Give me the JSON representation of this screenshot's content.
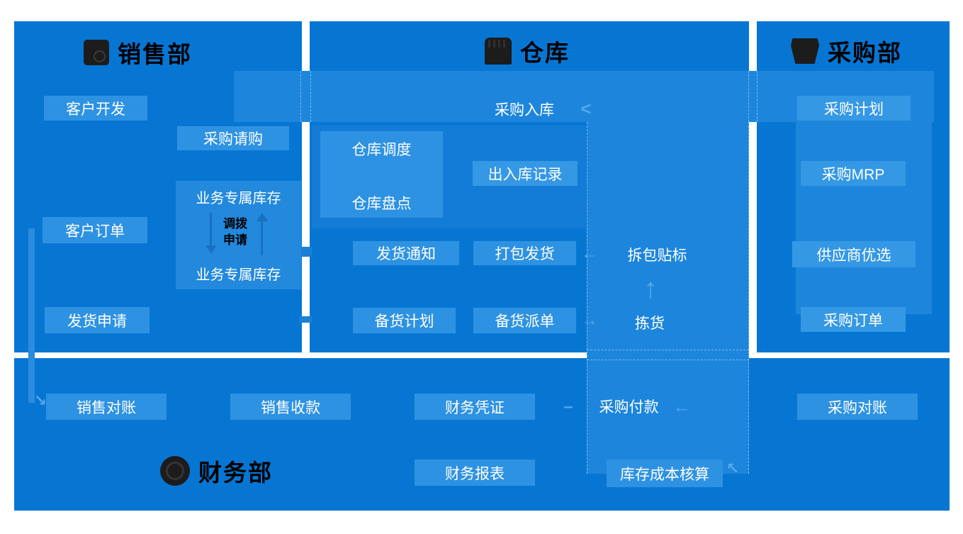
{
  "palette": {
    "page_bg": "#ffffff",
    "panel_bg": "#0776d3",
    "lane_bg": "#1d86dc",
    "subpanel_bg": "#127cd7",
    "container_bg": "#2289dd",
    "chip_bg": "#2e92e2",
    "chip_on_lane_bg": "#3598e4",
    "arrow_color": "#56a6e7",
    "header_text": "#000000",
    "chip_text": "#ffffff"
  },
  "sales": {
    "title": "销售部",
    "customer_dev": "客户开发",
    "purchase_request": "采购请购",
    "customer_order": "客户订单",
    "ship_request": "发货申请",
    "exclusive_inventory_top": "业务专属库存",
    "exclusive_inventory_bottom": "业务专属库存",
    "transfer_line1": "调拨",
    "transfer_line2": "申请"
  },
  "warehouse": {
    "title": "仓库",
    "purchase_inbound": "采购入库",
    "warehouse_dispatch": "仓库调度",
    "warehouse_stocktake": "仓库盘点",
    "inout_records": "出入库记录",
    "ship_notice": "发货通知",
    "pack_ship": "打包发货",
    "stock_plan": "备货计划",
    "stock_dispatch": "备货派单",
    "unpack_label": "拆包贴标",
    "picking": "拣货"
  },
  "purchase": {
    "title": "采购部",
    "plan": "采购计划",
    "mrp": "采购MRP",
    "supplier": "供应商优选",
    "order": "采购订单"
  },
  "finance": {
    "title": "财务部",
    "sales_recon": "销售对账",
    "sales_collect": "销售收款",
    "voucher": "财务凭证",
    "purchase_pay": "采购付款",
    "purchase_recon": "采购对账",
    "report": "财务报表",
    "inventory_cost": "库存成本核算"
  },
  "glyphs": {
    "chevron_left": "<",
    "arrow_left": "←",
    "arrow_right": "→",
    "arrow_up": "↑",
    "arrow_down_right": "↘",
    "arrow_up_left": "↖",
    "dash": "–"
  }
}
